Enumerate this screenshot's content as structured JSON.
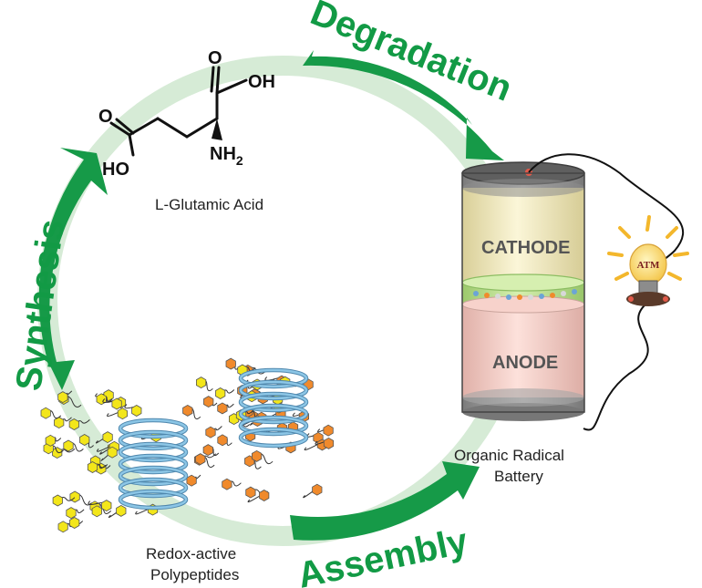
{
  "stages": {
    "degradation": "Degradation",
    "synthesis": "Synthesis",
    "assembly": "Assembly"
  },
  "molecule": {
    "name": "L-Glutamic Acid",
    "o_top": "O",
    "oh_top": "OH",
    "o_left": "O",
    "ho_left": "HO",
    "nh2_main": "NH",
    "nh2_sub": "2"
  },
  "battery": {
    "cathode_label": "CATHODE",
    "anode_label": "ANODE",
    "caption_line1": "Organic Radical",
    "caption_line2": "Battery"
  },
  "polymer": {
    "caption_line1": "Redox-active",
    "caption_line2": "Polypeptides"
  },
  "bulb": {
    "logo_text": "ATM"
  },
  "colors": {
    "cycle_ring": "#cfe8d0",
    "arrow_green": "#169a48",
    "stage_text": "#129a45",
    "helix": "#8cc6e6",
    "yellow_hex": "#f3e61a",
    "orange_hex": "#f08a2c",
    "cathode": "#f8f0c4",
    "anode": "#f7d2cb",
    "separator": "#b8de8c"
  }
}
